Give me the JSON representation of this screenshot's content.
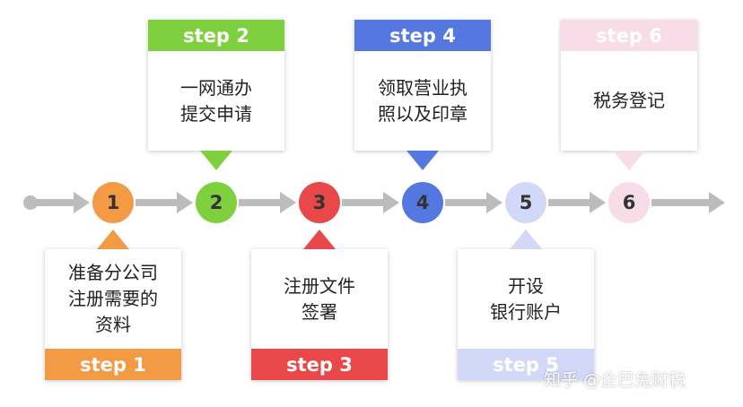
{
  "steps": [
    {
      "circle": "1",
      "label": "step 1",
      "text": "准备分公司\n注册需要的\n资料",
      "color": "#f39a45",
      "circle_text_color": "#333333"
    },
    {
      "circle": "2",
      "label": "step 2",
      "text": "一网通办\n提交申请",
      "color": "#7ed03f",
      "circle_text_color": "#333333"
    },
    {
      "circle": "3",
      "label": "step 3",
      "text": "注册文件\n签署",
      "color": "#e8484a",
      "circle_text_color": "#333333"
    },
    {
      "circle": "4",
      "label": "step 4",
      "text": "领取营业执\n照以及印章",
      "color": "#5578e0",
      "circle_text_color": "#333333"
    },
    {
      "circle": "5",
      "label": "step 5",
      "text": "开设\n银行账户",
      "color": "#d2d8f7",
      "circle_text_color": "#333333"
    },
    {
      "circle": "6",
      "label": "step 6",
      "text": "税务登记",
      "color": "#f8dde8",
      "circle_text_color": "#333333"
    }
  ],
  "watermark": {
    "logo": "知乎",
    "text": "@企巴兔财税"
  },
  "colors": {
    "arrow": "#bcbcbc"
  }
}
